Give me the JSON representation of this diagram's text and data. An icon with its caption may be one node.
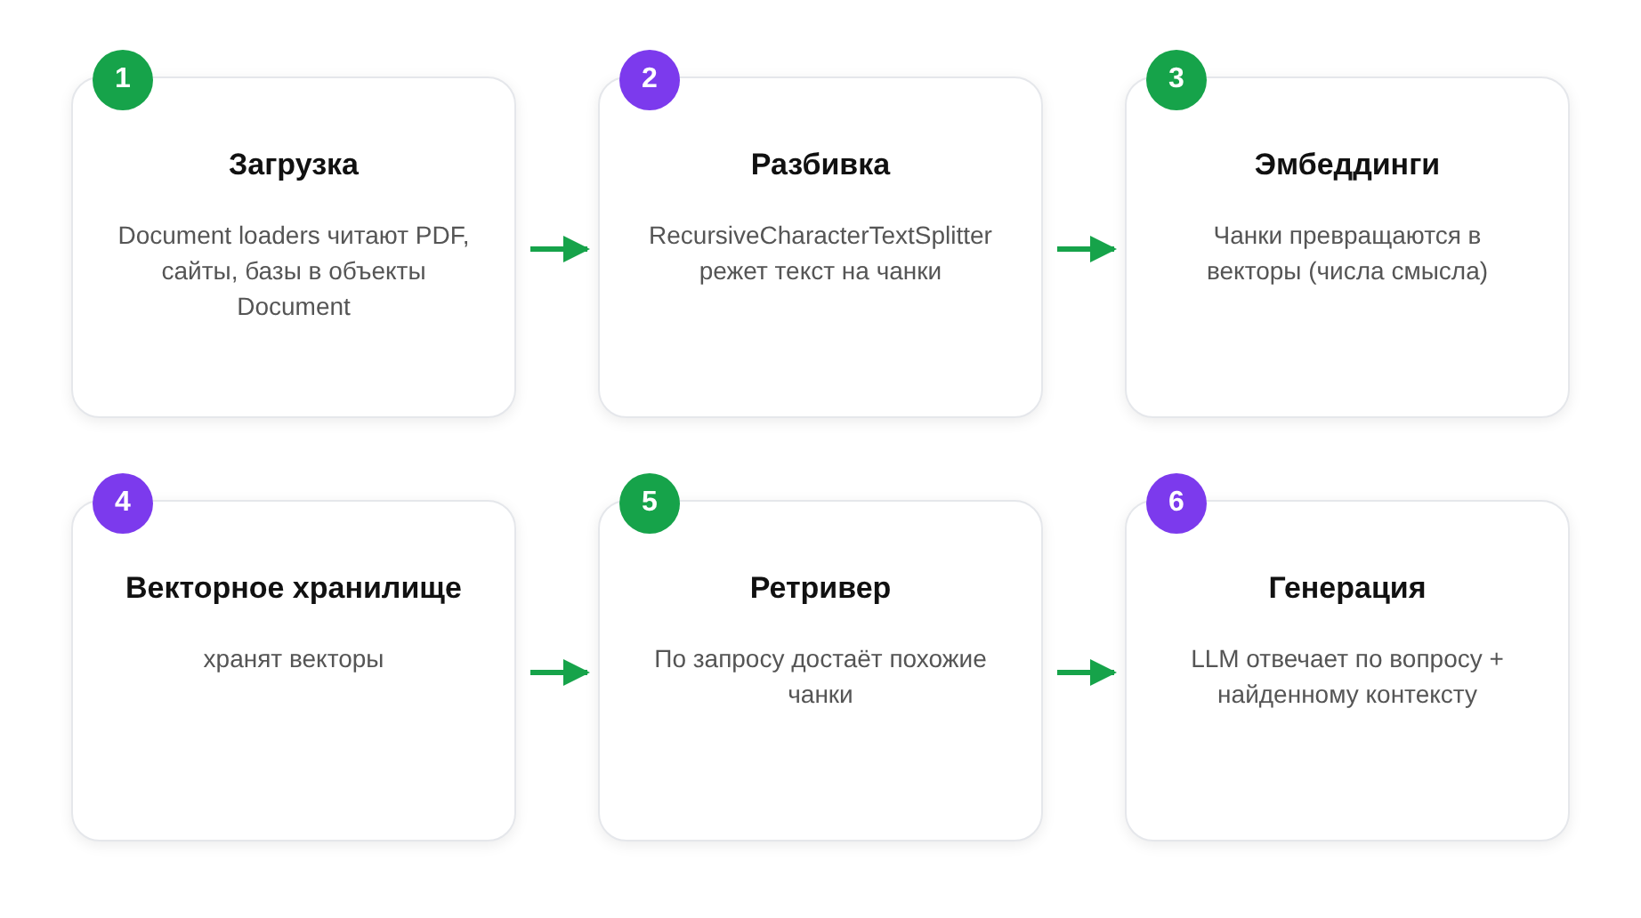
{
  "diagram": {
    "nodes": [
      {
        "text": [
          "1"
        ]
      },
      {
        "text": [
          "Загрузка",
          "Document loaders читают PDF, сайты, базы в объекты Document"
        ]
      },
      {
        "text": [
          "2"
        ]
      },
      {
        "text": [
          "Разбивка",
          "RecursiveCharacterTextSplitter режет текст на чанки"
        ]
      },
      {
        "text": [
          "3"
        ]
      },
      {
        "text": [
          "Эмбеддинги",
          "Чанки превращаются в векторы (числа смысла)"
        ]
      },
      {
        "text": [
          "4"
        ]
      },
      {
        "text": [
          "Векторное хранилище",
          "хранят векторы"
        ]
      },
      {
        "text": [
          "5"
        ]
      },
      {
        "text": [
          "Ретривер",
          "По запросу достаёт похожие чанки"
        ]
      },
      {
        "text": [
          "6"
        ]
      },
      {
        "text": [
          "Генерация",
          "LLM отвечает по вопросу + найденному контексту"
        ]
      }
    ],
    "edges": [
      {
        "from": 1,
        "to": 3,
        "arrow": "to"
      },
      {
        "from": 3,
        "to": 5,
        "arrow": "to"
      },
      {
        "from": 7,
        "to": 9,
        "arrow": "to"
      },
      {
        "from": 9,
        "to": 11,
        "arrow": "to"
      }
    ]
  }
}
